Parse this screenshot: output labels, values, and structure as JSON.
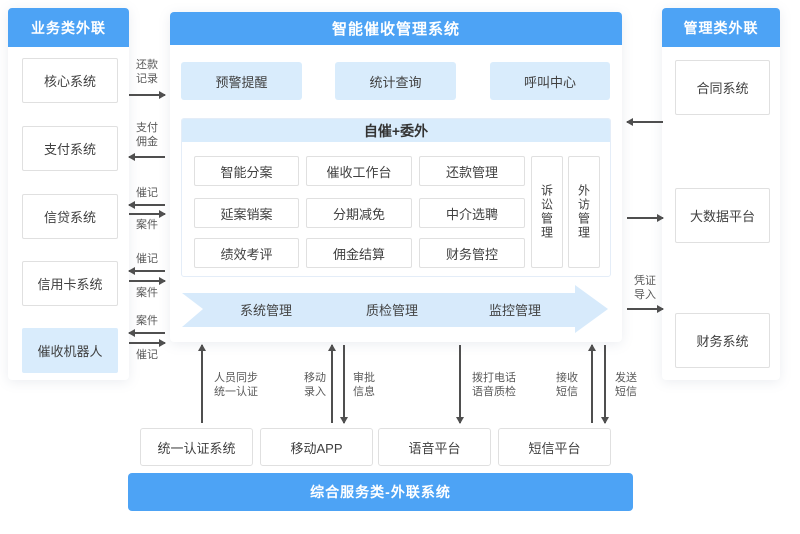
{
  "colors": {
    "primary_blue": "#4da3f5",
    "light_blue": "#d9ecfc",
    "arrow_gray": "#4f4f4f",
    "box_border": "#e0e0e0"
  },
  "left_panel": {
    "title": "业务类外联",
    "items": [
      "核心系统",
      "支付系统",
      "信贷系统",
      "信用卡系统",
      "催收机器人"
    ]
  },
  "center_panel": {
    "title": "智能催收管理系统",
    "top_modules": [
      "预警提醒",
      "统计查询",
      "呼叫中心"
    ],
    "sub_panel": {
      "title": "自催+委外",
      "grid": [
        "智能分案",
        "催收工作台",
        "还款管理",
        "延案销案",
        "分期减免",
        "中介选聘",
        "绩效考评",
        "佣金结算",
        "财务管控"
      ],
      "vertical": [
        "诉讼管理",
        "外访管理"
      ]
    },
    "ribbon": [
      "系统管理",
      "质检管理",
      "监控管理"
    ]
  },
  "right_panel": {
    "title": "管理类外联",
    "items": [
      "合同系统",
      "大数据平台",
      "财务系统"
    ]
  },
  "bottom_panel": {
    "items": [
      "统一认证系统",
      "移动APP",
      "语音平台",
      "短信平台"
    ],
    "banner": "综合服务类-外联系统"
  },
  "connectors": {
    "left": {
      "g1_label": "还款\n记录",
      "g2_label": "支付\n佣金",
      "g3_top": "催记",
      "g3_bottom": "案件",
      "g4_top": "催记",
      "g4_bottom": "案件",
      "g5_top": "案件",
      "g5_bottom": "催记"
    },
    "right": {
      "g3_label": "凭证\n导入"
    },
    "bottom": {
      "auth": "人员同步\n统一认证",
      "mobile_in": "移动\n录入",
      "approve": "审批\n信息",
      "voice": "拨打电话\n语音质检",
      "sms_recv": "接收\n短信",
      "sms_send": "发送\n短信"
    }
  }
}
